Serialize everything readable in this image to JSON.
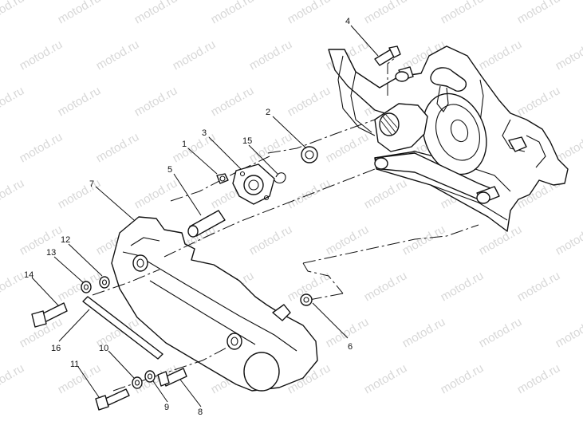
{
  "watermark": {
    "text": "motod.ru"
  },
  "callouts": [
    {
      "id": "1",
      "label": "1"
    },
    {
      "id": "2",
      "label": "2"
    },
    {
      "id": "3",
      "label": "3"
    },
    {
      "id": "4",
      "label": "4"
    },
    {
      "id": "5",
      "label": "5"
    },
    {
      "id": "6",
      "label": "6"
    },
    {
      "id": "7",
      "label": "7"
    },
    {
      "id": "8",
      "label": "8"
    },
    {
      "id": "9",
      "label": "9"
    },
    {
      "id": "10",
      "label": "10"
    },
    {
      "id": "11",
      "label": "11"
    },
    {
      "id": "12",
      "label": "12"
    },
    {
      "id": "13",
      "label": "13"
    },
    {
      "id": "14",
      "label": "14"
    },
    {
      "id": "15",
      "label": "15"
    },
    {
      "id": "16",
      "label": "16"
    }
  ]
}
